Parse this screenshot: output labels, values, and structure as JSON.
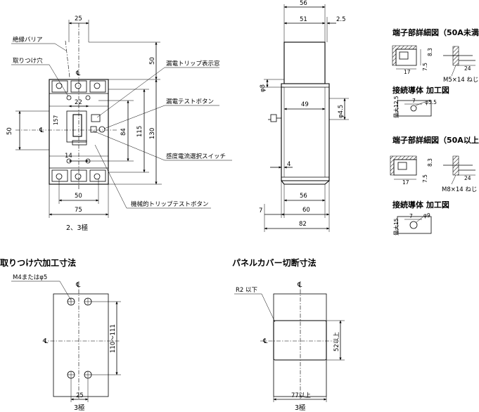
{
  "front_view": {
    "callouts": {
      "insulation_barrier": "絶縁バリア",
      "mounting_hole": "取りつけ穴",
      "leak_trip_window": "漏電トリップ表示窓",
      "leak_test_button": "漏電テストボタン",
      "sensitivity_switch": "感度電流選択スイッチ",
      "mech_trip_test_button": "機械的トリップテストボタン"
    },
    "dims": {
      "d25": "25",
      "d50_top": "50",
      "d22": "22",
      "d157": "157",
      "d50_left": "50",
      "d14": "14",
      "d84": "84",
      "d115": "115",
      "d130": "130",
      "d50_bottom": "50",
      "d75": "75"
    },
    "centerline": "℄",
    "caption": "2、3極"
  },
  "side_view": {
    "dims": {
      "d56_top": "56",
      "d51": "51",
      "d2_5": "2.5",
      "phi8": "φ8",
      "d49": "49",
      "phi4_5": "φ4.5",
      "d4": "4",
      "d56_bot": "56",
      "d7": "7",
      "d60": "60",
      "d82": "82"
    }
  },
  "details": {
    "terminal_under_50a": "端子部詳細図（50A未満）",
    "conductor_1": "接続導体 加工図",
    "terminal_over_50a": "端子部詳細図（50A以上）",
    "conductor_2": "接続導体 加工図",
    "d17_a": "17",
    "d7_5_a": "7.5",
    "d8_3_a": "8.3",
    "d24_a": "24",
    "screw_a": "M5×14 ねじ",
    "d7_c1": "7",
    "phi5_5": "φ5.5",
    "max12_5": "最大12.5",
    "d17_b": "17",
    "d7_5_b": "7.5",
    "d8_3_b": "8.3",
    "d24_b": "24",
    "screw_b": "M8×14 ねじ",
    "d7_c2": "7",
    "phi9": "φ9",
    "max15": "最大15"
  },
  "mount_holes": {
    "title": "取りつけ穴加工寸法",
    "screw": "M4またはφ5",
    "d110_111": "110～111",
    "d25": "25",
    "caption": "3極"
  },
  "panel_cut": {
    "title": "パネルカバー切断寸法",
    "radius": "R2 以下",
    "d52": "52以上",
    "d77": "77以上",
    "caption": "3極"
  }
}
